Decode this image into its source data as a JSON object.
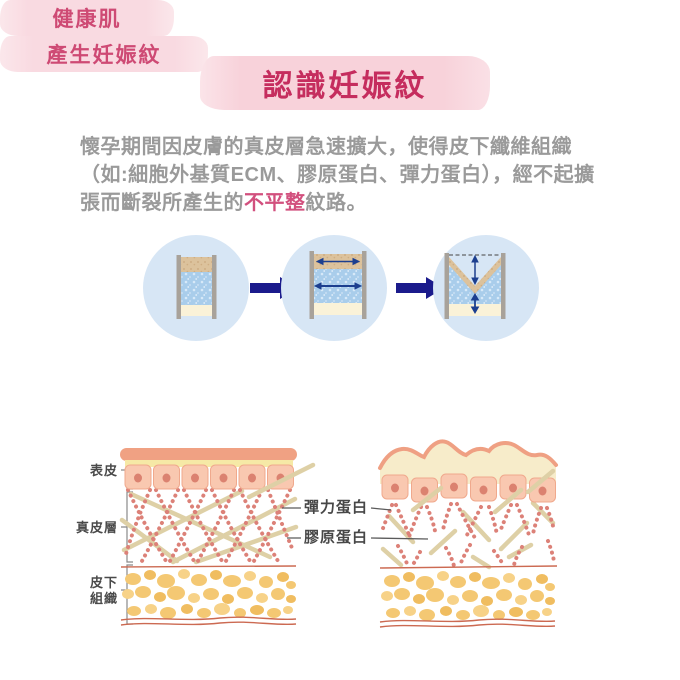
{
  "title": "認識妊娠紋",
  "intro": {
    "line1": "懷孕期間因皮膚的真皮層急速擴大，使得皮下纖維組織",
    "line2": "（如:細胞外基質ECM、膠原蛋白、彈力蛋白），經不起擴",
    "line3_pre": "張而斷裂所產生的",
    "line3_highlight": "不平整",
    "line3_post": "紋路。"
  },
  "section_labels": {
    "healthy": "健康肌",
    "stretchmark": "產生妊娠紋"
  },
  "layer_labels": {
    "epidermis": "表皮",
    "dermis": "真皮層",
    "subcutaneous_line1": "皮下",
    "subcutaneous_line2": "組織"
  },
  "fiber_labels": {
    "elastin": "彈力蛋白",
    "collagen": "膠原蛋白"
  },
  "icons": {
    "step1": "normal-skin-block",
    "step2": "stretched-skin-block",
    "step3": "sunken-skin-block",
    "arrow": "right-arrow-icon"
  },
  "colors": {
    "title_text": "#c52d5e",
    "banner_pink": "#f8d2da",
    "section_text": "#ce4a74",
    "body_gray": "#9a9a9a",
    "highlight_pink": "#d2507e",
    "circle_blue": "#d7e6f5",
    "arrow_navy": "#1b1b8c",
    "label_dark": "#4a4a4a",
    "elastin_fiber": "#dc8178",
    "collagen_fiber": "#ded0a6",
    "fat_cell": "#f4c873"
  }
}
